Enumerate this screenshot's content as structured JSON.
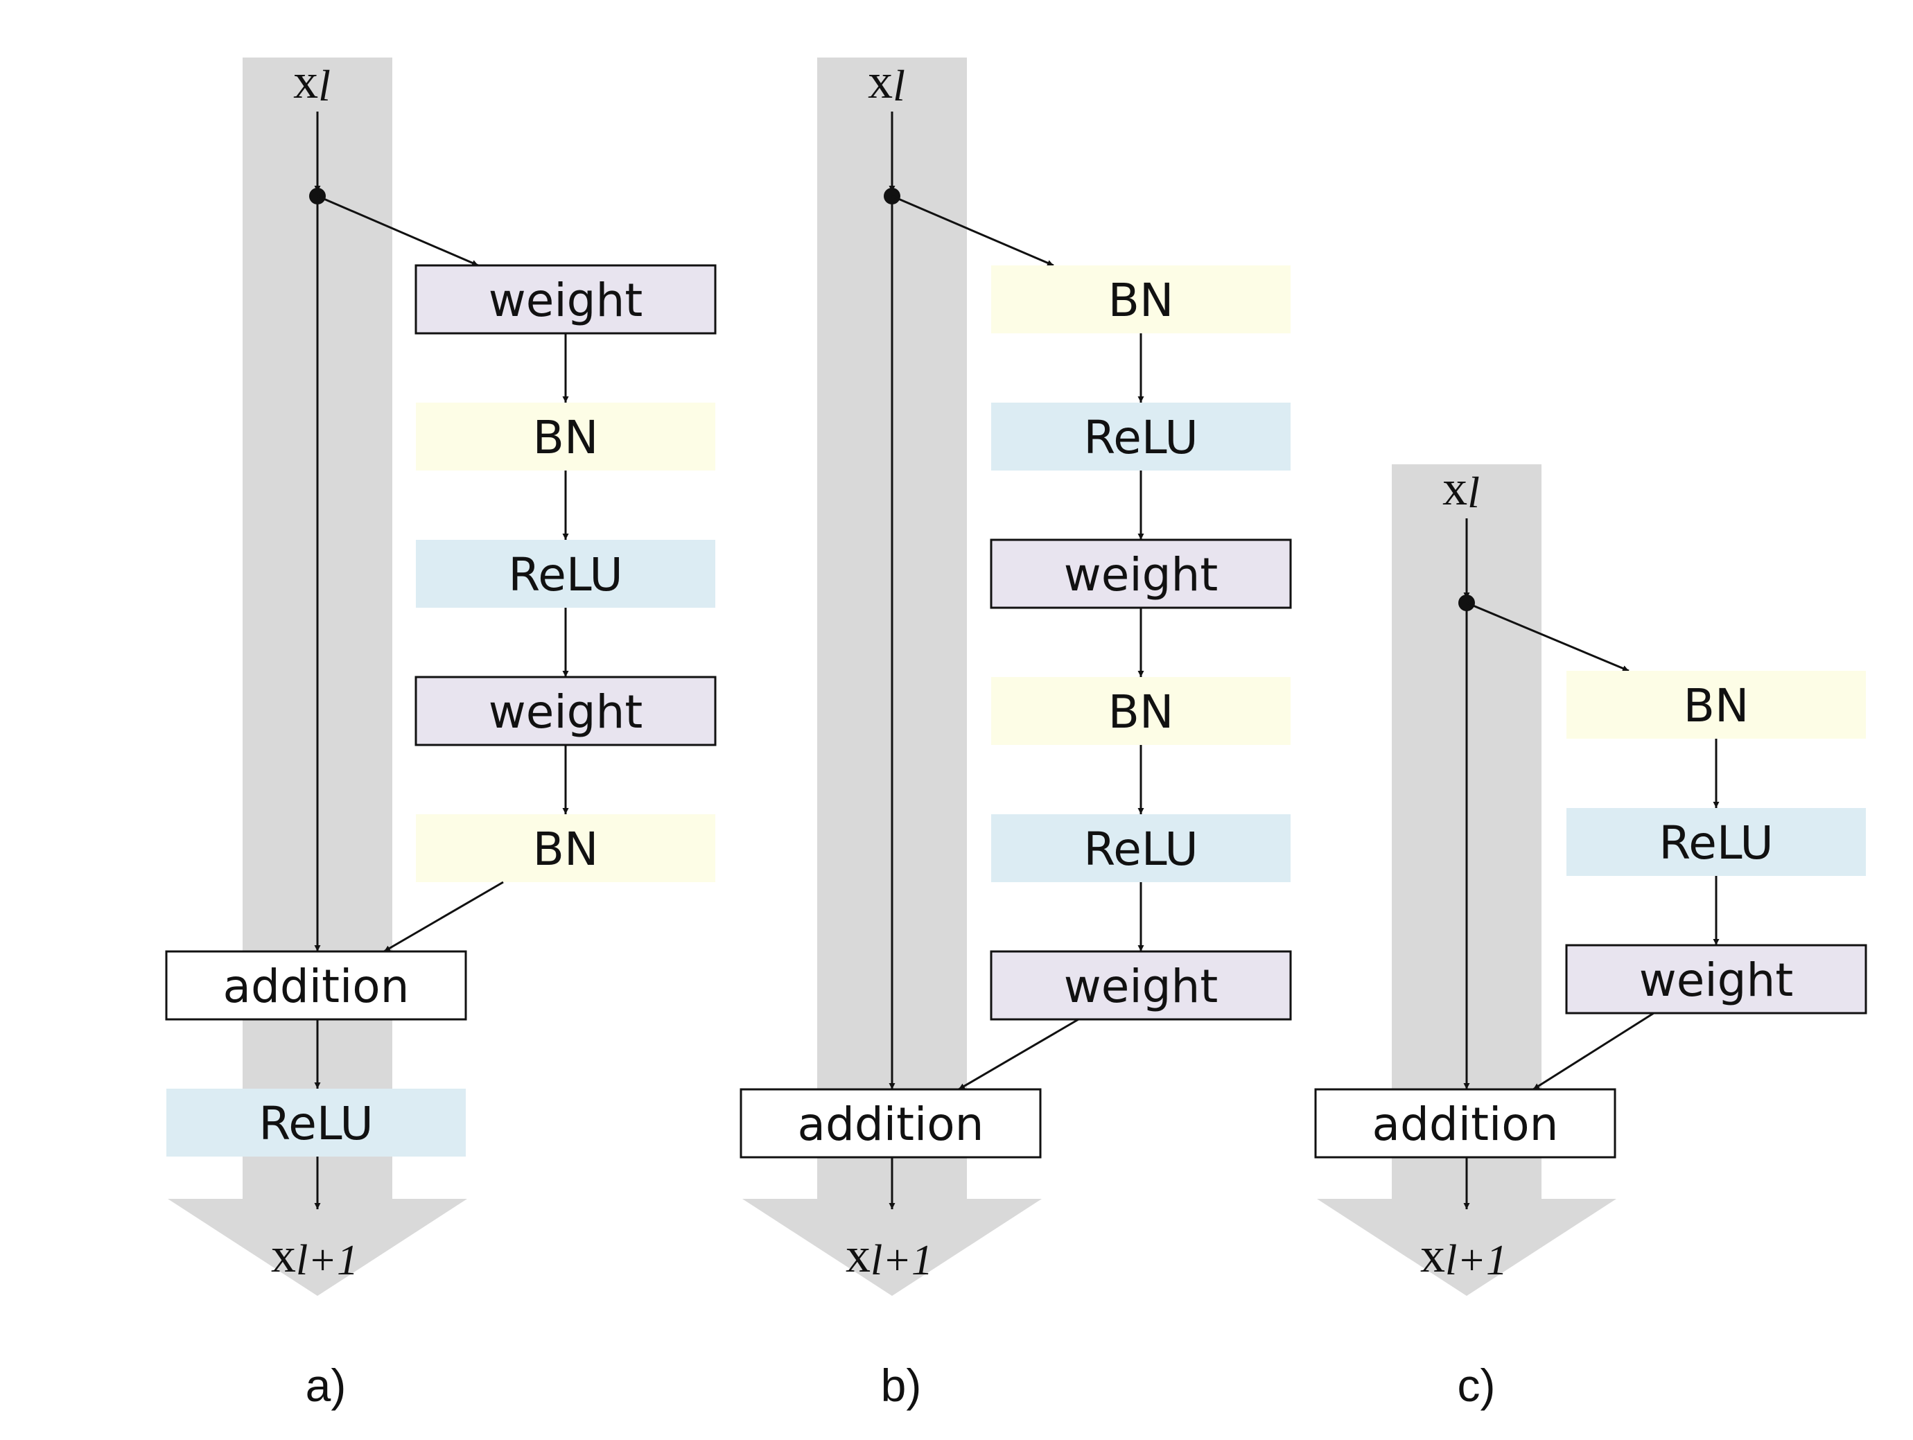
{
  "colors": {
    "highway": "#d9d9d9",
    "weight": "#e8e4ef",
    "bn": "#fdfde6",
    "relu": "#dcecf3",
    "addition": "#ffffff",
    "stroke": "#111111"
  },
  "panels": [
    {
      "caption": "a)",
      "input": {
        "base": "x",
        "sub": "l"
      },
      "output": {
        "base": "x",
        "sub": "l+1"
      },
      "blocks": [
        {
          "type": "weight",
          "label": "weight"
        },
        {
          "type": "bn",
          "label": "BN"
        },
        {
          "type": "relu",
          "label": "ReLU"
        },
        {
          "type": "weight",
          "label": "weight"
        },
        {
          "type": "bn",
          "label": "BN"
        }
      ],
      "addition": "addition",
      "post": [
        {
          "type": "relu",
          "label": "ReLU"
        }
      ]
    },
    {
      "caption": "b)",
      "input": {
        "base": "x",
        "sub": "l"
      },
      "output": {
        "base": "x",
        "sub": "l+1"
      },
      "blocks": [
        {
          "type": "bn",
          "label": "BN"
        },
        {
          "type": "relu",
          "label": "ReLU"
        },
        {
          "type": "weight",
          "label": "weight"
        },
        {
          "type": "bn",
          "label": "BN"
        },
        {
          "type": "relu",
          "label": "ReLU"
        },
        {
          "type": "weight",
          "label": "weight"
        }
      ],
      "addition": "addition",
      "post": []
    },
    {
      "caption": "c)",
      "input": {
        "base": "x",
        "sub": "l"
      },
      "output": {
        "base": "x",
        "sub": "l+1"
      },
      "blocks": [
        {
          "type": "bn",
          "label": "BN"
        },
        {
          "type": "relu",
          "label": "ReLU"
        },
        {
          "type": "weight",
          "label": "weight"
        }
      ],
      "addition": "addition",
      "post": []
    }
  ]
}
